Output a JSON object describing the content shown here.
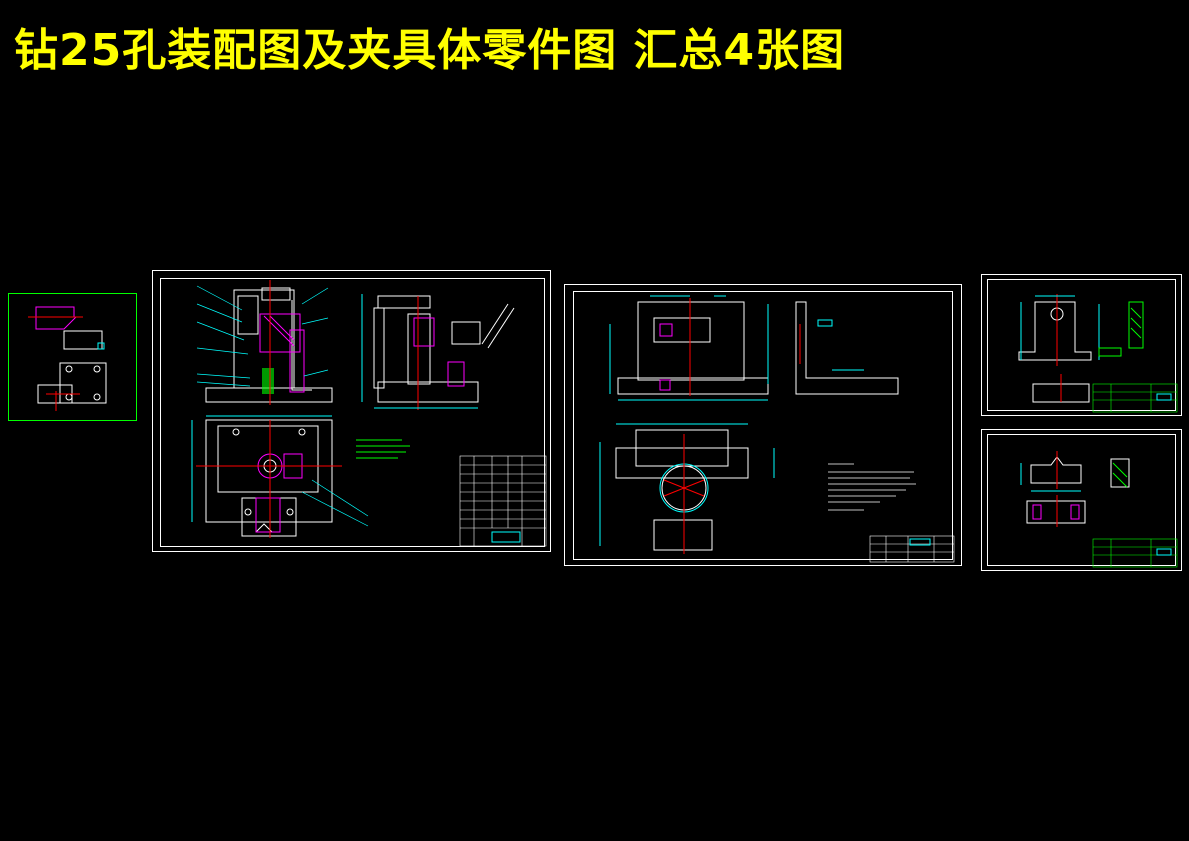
{
  "header": {
    "title": "钻25孔装配图及夹具体零件图 汇总4张图"
  },
  "colors": {
    "background": "#000000",
    "title": "#ffff00",
    "frame": "#ffffff",
    "outline": "#00ffff",
    "hatch": "#ff00ff",
    "center": "#ff0000",
    "dim": "#00ff00",
    "detail": "#ffffff"
  },
  "sheets": [
    {
      "id": "process-sketch",
      "type": "process-sketch"
    },
    {
      "id": "assembly-drawing",
      "type": "assembly"
    },
    {
      "id": "fixture-body-drawing",
      "type": "part"
    },
    {
      "id": "part-drawing-a",
      "type": "part"
    },
    {
      "id": "part-drawing-b",
      "type": "part"
    }
  ]
}
